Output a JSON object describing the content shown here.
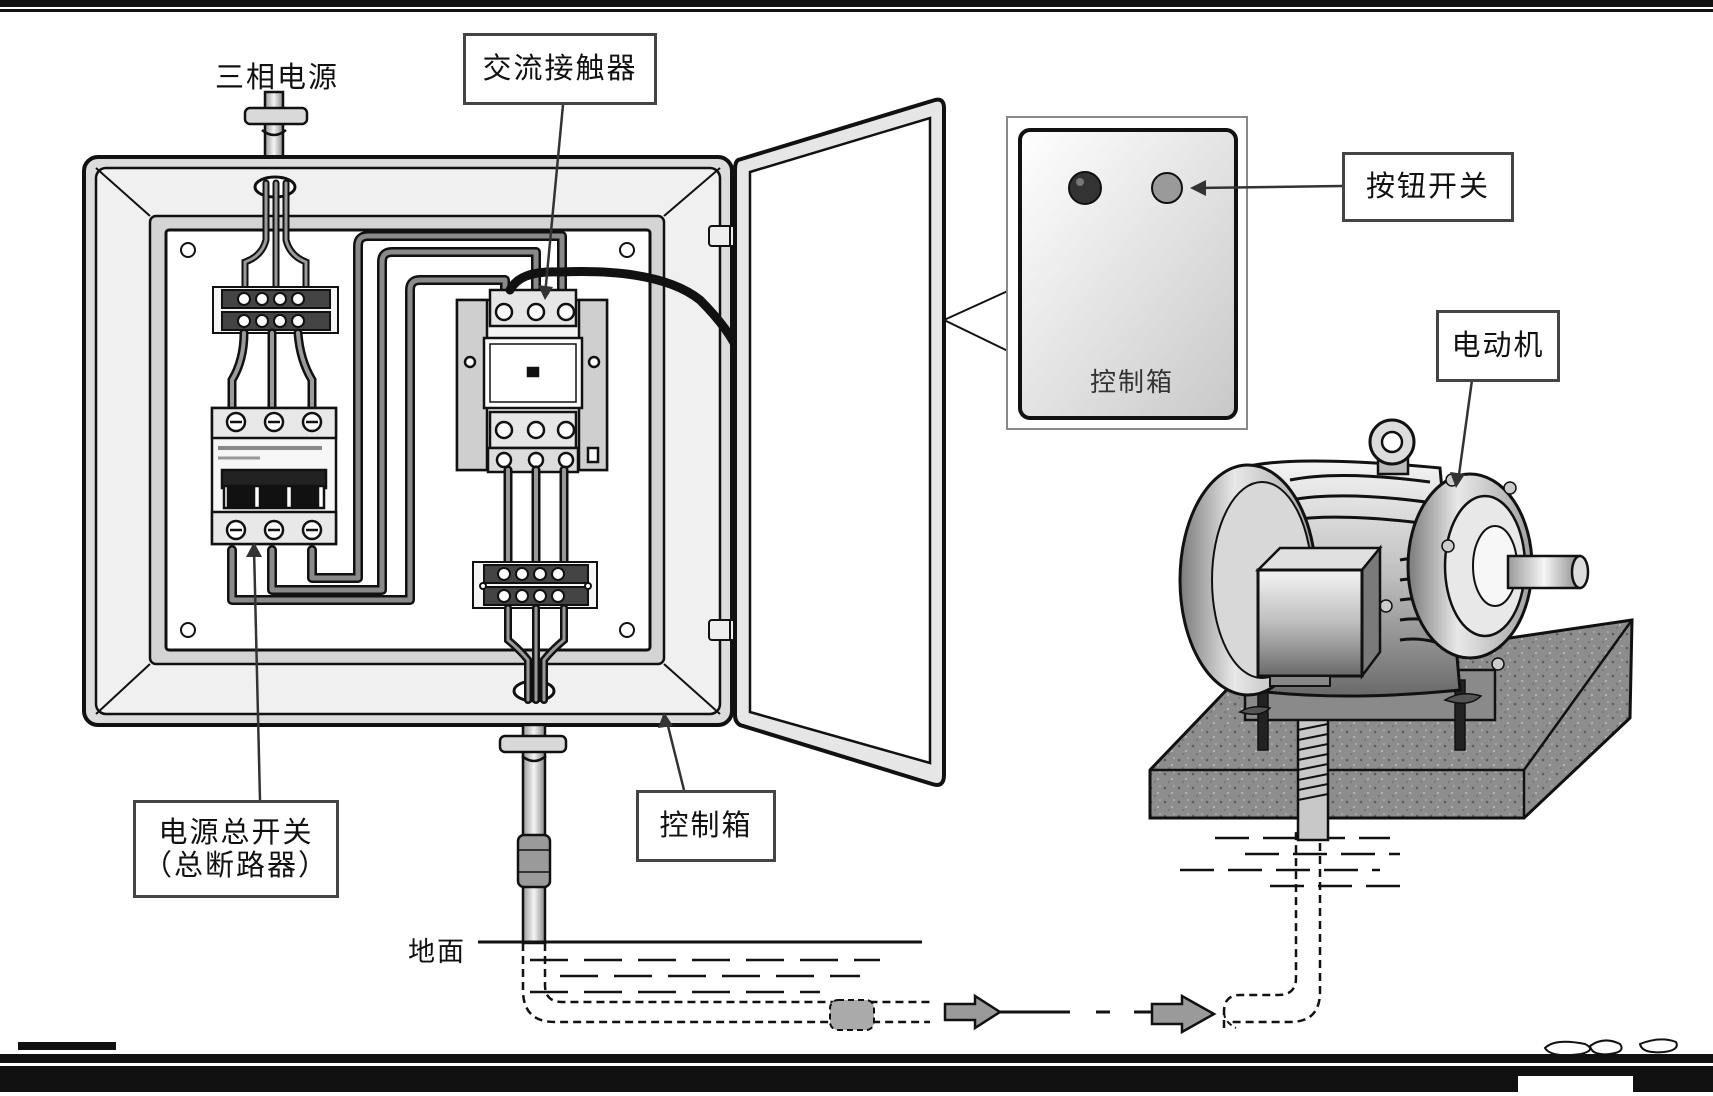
{
  "labels": {
    "three_phase_power": "三相电源",
    "ac_contactor": "交流接触器",
    "push_button_switch": "按钮开关",
    "motor": "电动机",
    "control_box_inset": "控制箱",
    "control_box": "控制箱",
    "main_switch_line1": "电源总开关",
    "main_switch_line2": "（总断路器）",
    "ground": "地面"
  },
  "colors": {
    "line": "#111111",
    "panel_fill": "#e6e6e6",
    "cabinet_fill": "#f2f2f2",
    "wire_gray": "#777777",
    "button_dark": "#333333",
    "button_light": "#9a9a9a",
    "concrete": "#8c8c8c",
    "arrow_fill": "#9a9a9a"
  }
}
